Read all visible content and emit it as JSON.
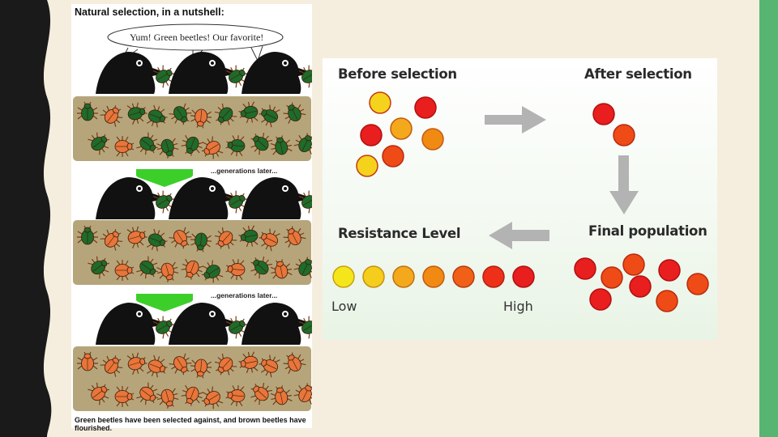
{
  "left_panel": {
    "title": "Natural selection, in a nutshell:",
    "bird_speech": "Yum!  Green beetles!  Our favorite!",
    "generation_label_1": "...generations later...",
    "generation_label_2": "...generations later...",
    "caption": "Green beetles have been selected against, and brown beetles have flourished."
  },
  "right_panel": {
    "before_label": "Before selection",
    "after_label": "After selection",
    "final_label": "Final population",
    "resistance_label": "Resistance Level",
    "low_label": "Low",
    "high_label": "High"
  },
  "colors": {
    "yellow": "#f5d31c",
    "gold": "#f4a81b",
    "orange": "#f07a10",
    "red_orange": "#ef4b16",
    "red": "#e91e1e",
    "beetle_green": "#1f6b2a",
    "beetle_orange": "#e8753a",
    "ground": "#b6a57b",
    "arrow_gray": "#b3b3b3",
    "arrow_green": "#3ccf2a",
    "accent_bar": "#56b571"
  }
}
